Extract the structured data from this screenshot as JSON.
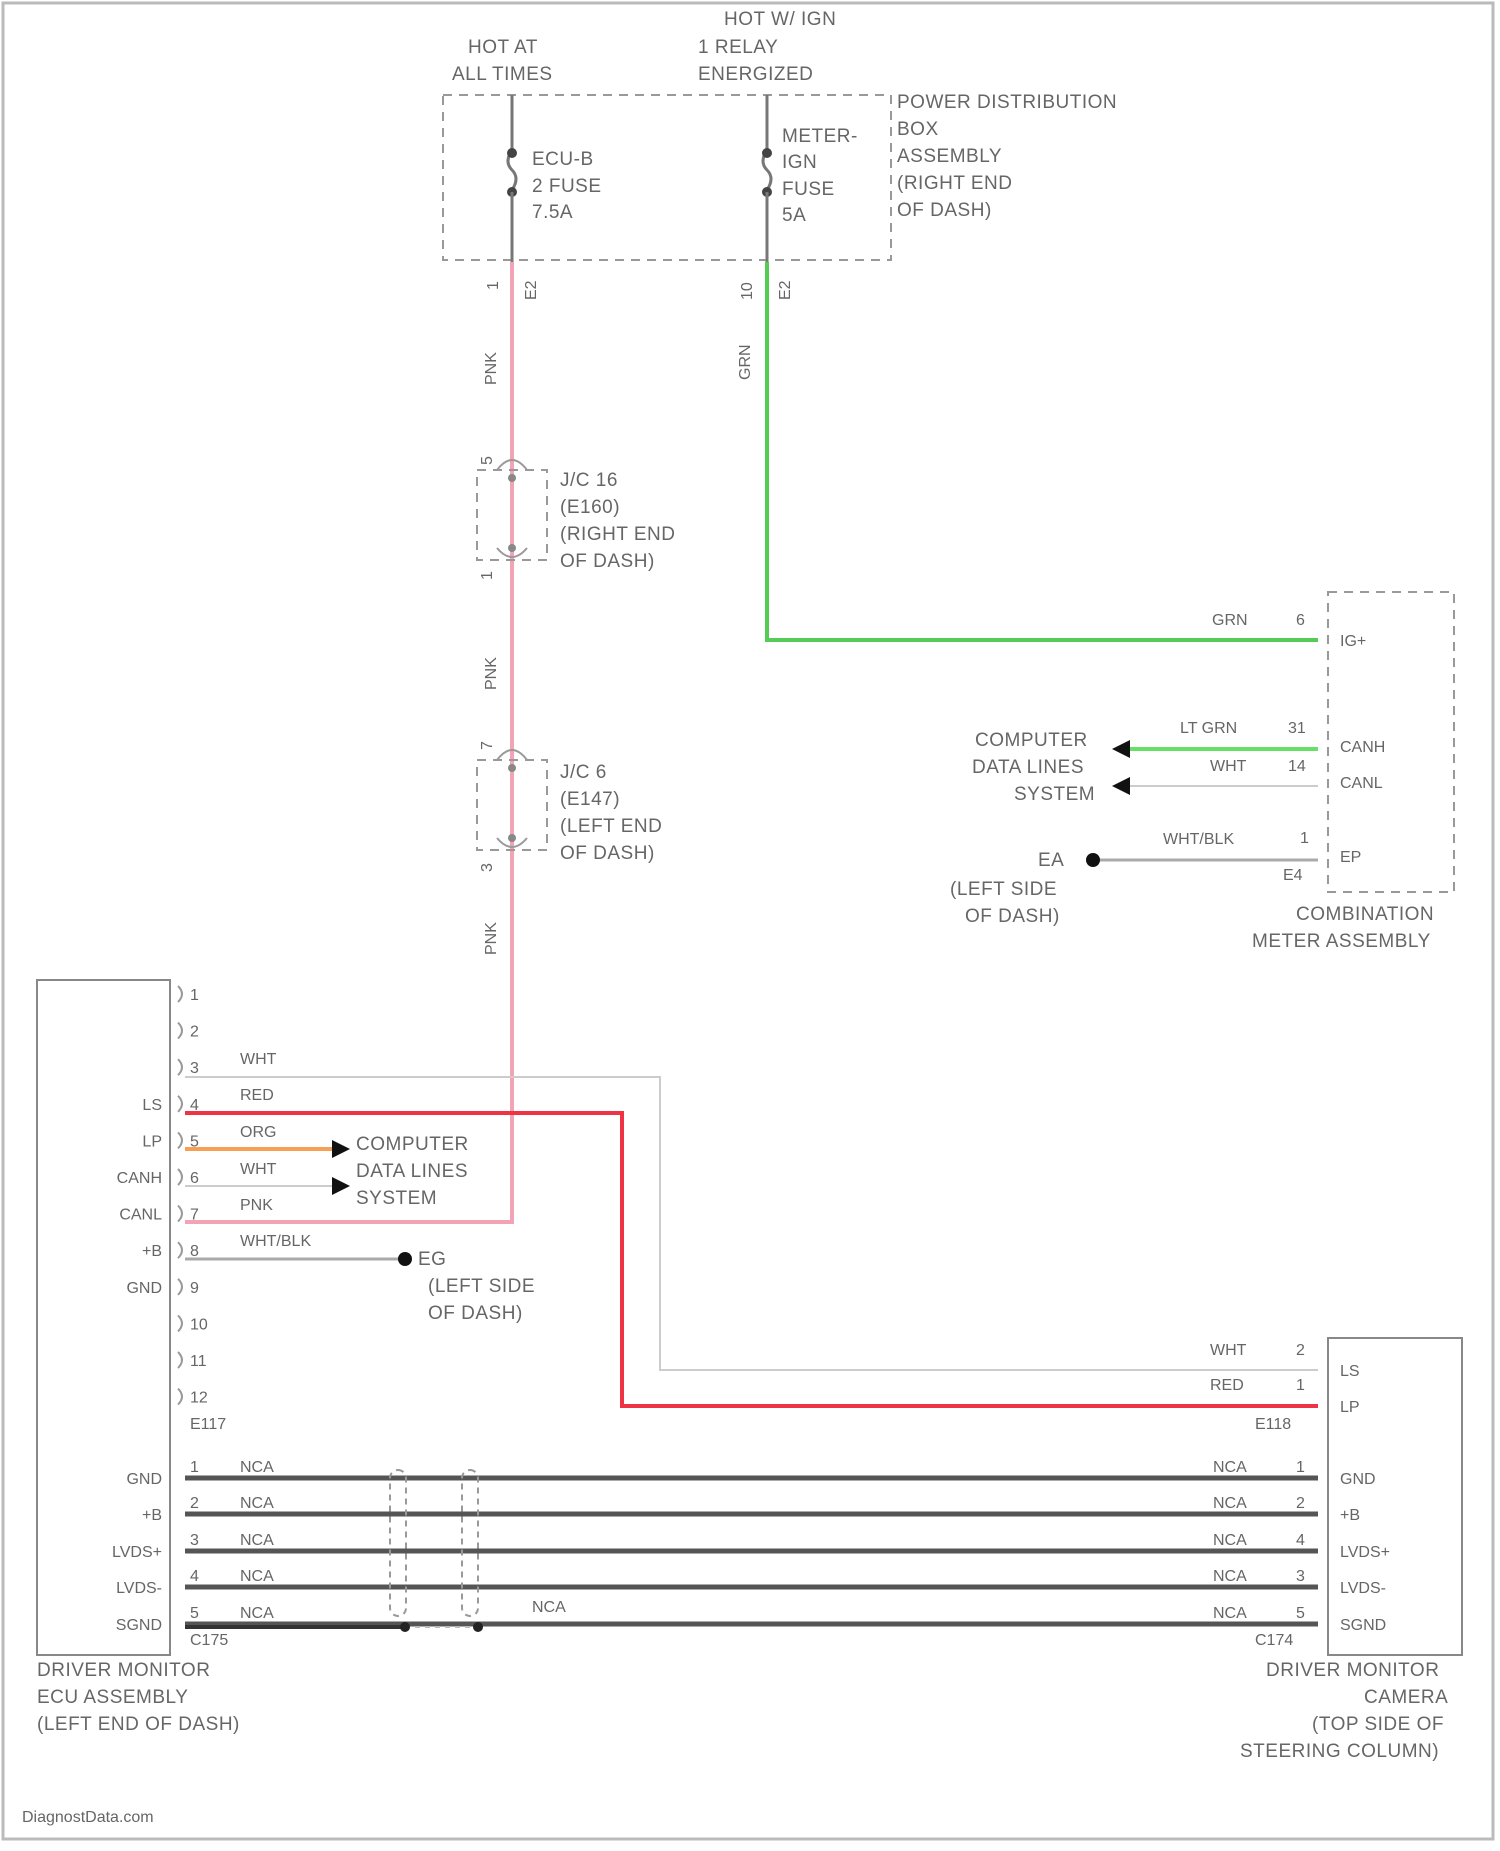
{
  "colors": {
    "pink_wire": "#f2a3b5",
    "green_wire": "#55cc55",
    "red_wire": "#ee3344",
    "orange_wire": "#f5a055",
    "ltgreen_wire": "#66e066",
    "nca_wire": "#555555"
  },
  "top": {
    "hot_at_all_times": [
      "HOT AT",
      "ALL TIMES"
    ],
    "hot_ign": [
      "HOT W/ IGN",
      "1 RELAY",
      "ENERGIZED"
    ],
    "fuse1": [
      "ECU-B",
      "2 FUSE",
      "7.5A"
    ],
    "fuse2": [
      "METER-",
      "IGN",
      "FUSE",
      "5A"
    ],
    "pdb": [
      "POWER DISTRIBUTION",
      "BOX",
      "ASSEMBLY",
      "(RIGHT END",
      "OF DASH)"
    ],
    "pin_left_a": "1",
    "pin_left_b": "E2",
    "pin_right_a": "10",
    "pin_right_b": "E2"
  },
  "wires": {
    "pink": "PNK",
    "grn": "GRN",
    "ltgrn": "LT GRN",
    "wht": "WHT",
    "whtblk": "WHT/BLK",
    "red": "RED",
    "org": "ORG",
    "nca": "NCA"
  },
  "junctions": {
    "jc16": [
      "J/C 16",
      "(E160)",
      "(RIGHT END",
      "OF DASH)"
    ],
    "jc6": [
      "J/C 6",
      "(E147)",
      "(LEFT END",
      "OF DASH)"
    ],
    "jc16_pins": [
      "5",
      "1"
    ],
    "jc6_pins": [
      "7",
      "3"
    ]
  },
  "meter": {
    "pins": {
      "igplus": "IG+",
      "canh": "CANH",
      "canl": "CANL",
      "ep": "EP"
    },
    "pin_numbers": {
      "ig": "6",
      "canh": "31",
      "canl": "14",
      "ep": "1"
    },
    "connector": "E4",
    "name": [
      "COMBINATION",
      "METER ASSEMBLY"
    ],
    "computer": [
      "COMPUTER",
      "DATA LINES",
      "SYSTEM"
    ],
    "ground": [
      "EA",
      "(LEFT SIDE",
      "OF DASH)"
    ]
  },
  "ecu": {
    "pin_labels": [
      "",
      "",
      "",
      "LS",
      "LP",
      "CANH",
      "CANL",
      "+B",
      "GND",
      "",
      "",
      "",
      ""
    ],
    "pin_numbers": [
      "1",
      "2",
      "3",
      "4",
      "5",
      "6",
      "7",
      "8",
      "9",
      "10",
      "11",
      "12"
    ],
    "wire_labels": [
      "WHT",
      "RED",
      "ORG",
      "WHT",
      "PNK",
      "WHT/BLK"
    ],
    "computer": [
      "COMPUTER",
      "DATA LINES",
      "SYSTEM"
    ],
    "ground": [
      "EG",
      "(LEFT SIDE",
      "OF DASH)"
    ],
    "connector_upper": "E117",
    "lower_pins": [
      "GND",
      "+B",
      "LVDS+",
      "LVDS-",
      "SGND"
    ],
    "lower_numbers": [
      "1",
      "2",
      "3",
      "4",
      "5"
    ],
    "connector_lower": "C175",
    "name": [
      "DRIVER MONITOR",
      "ECU ASSEMBLY",
      "(LEFT END OF DASH)"
    ]
  },
  "camera": {
    "upper_pins": [
      "LS",
      "LP"
    ],
    "upper_numbers": [
      "2",
      "1"
    ],
    "connector_upper": "E118",
    "lower_pins": [
      "GND",
      "+B",
      "LVDS+",
      "LVDS-",
      "SGND"
    ],
    "lower_numbers": [
      "1",
      "2",
      "4",
      "3",
      "5"
    ],
    "connector_lower": "C174",
    "name": [
      "DRIVER MONITOR",
      "CAMERA",
      "(TOP SIDE OF",
      "STEERING COLUMN)"
    ]
  },
  "watermark": "DiagnostData.com"
}
